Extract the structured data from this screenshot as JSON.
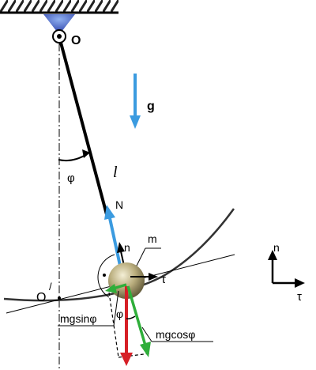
{
  "labels": {
    "pivot": "O",
    "gravity": "g",
    "angle": "φ",
    "length": "l",
    "normal_force": "N",
    "normal_axis": "n",
    "mass": "m",
    "tangent_axis": "τ",
    "ground_point": "O",
    "ground_point_prime": "/",
    "tangential_component": "mgsinφ",
    "normal_component": "mgcosφ",
    "angle_lower": "φ",
    "frame_normal": "n",
    "frame_tangent": "τ"
  },
  "colors": {
    "gravity_arrow": "#3b9be0",
    "normal_force_arrow": "#3b9be0",
    "weight_arrow": "#d61f26",
    "cos_component_arrow": "#2fae3a",
    "sin_component_arrow": "#2fae3a",
    "pivot_fill": "#3f5fc8",
    "rod": "#000000"
  }
}
